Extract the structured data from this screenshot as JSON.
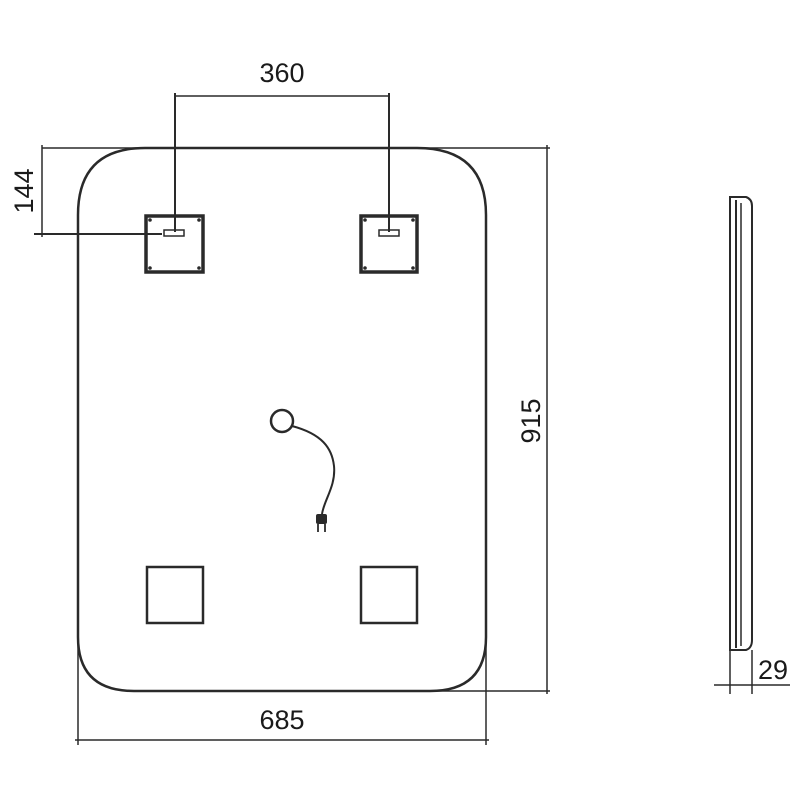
{
  "dimensions": {
    "mount_spacing": "360",
    "mount_offset": "144",
    "height": "915",
    "width": "685",
    "depth": "29"
  },
  "colors": {
    "stroke": "#2a2a2a",
    "background": "#ffffff"
  }
}
